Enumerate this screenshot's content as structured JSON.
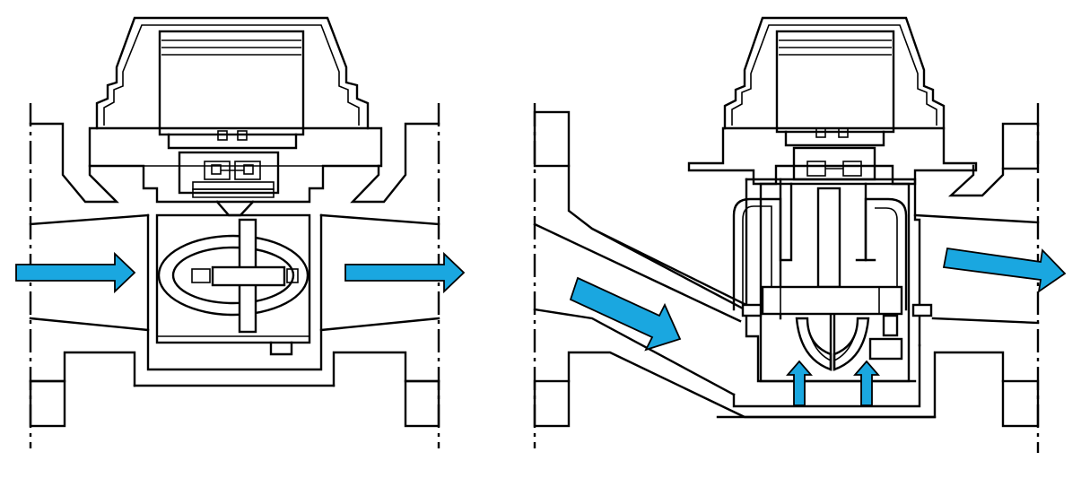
{
  "colors": {
    "line": "#000000",
    "background": "#ffffff",
    "flow_arrow": "#1aa7e0"
  },
  "figures": [
    {
      "id": "horizontal-meter",
      "flow_arrows": 2
    },
    {
      "id": "inclined-meter",
      "flow_arrows": 4
    }
  ]
}
